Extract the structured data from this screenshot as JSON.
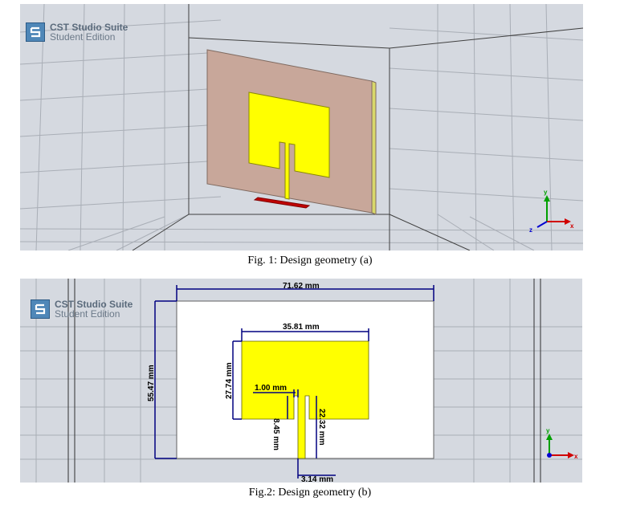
{
  "logo": {
    "line1": "CST Studio Suite",
    "line2": "Student Edition"
  },
  "figure_a": {
    "caption": "Fig. 1: Design geometry (a)",
    "axes": {
      "x": "x",
      "y": "y",
      "z": "z"
    }
  },
  "figure_b": {
    "caption": "Fig.2: Design geometry (b)",
    "dimensions": {
      "substrate_width": "71.62 mm",
      "substrate_height": "55.47 mm",
      "patch_width": "35.81 mm",
      "patch_height": "27.74 mm",
      "gap": "1.00 mm",
      "inset_depth": "8.45 mm",
      "feed_length": "22.32 mm",
      "feed_width": "3.14 mm"
    },
    "axes": {
      "x": "x",
      "y": "y"
    }
  },
  "colors": {
    "background": "#d5d9e0",
    "grid": "#a9aeb6",
    "substrate_3d": "#c8a79a",
    "patch": "#ffff00",
    "port": "#c00000",
    "dimension_line": "#000080"
  }
}
